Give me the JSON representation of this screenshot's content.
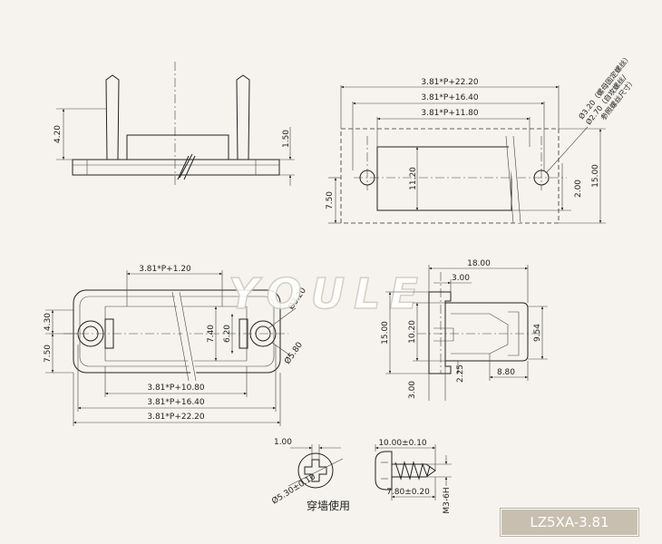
{
  "watermark": "YOULE",
  "model_label": "LZ5XA-3.81",
  "views": {
    "side_view": {
      "dims": {
        "height_pins": "4.20",
        "thickness": "1.50"
      }
    },
    "panel_cutout": {
      "dims": {
        "overall": "3.81*P+22.20",
        "hole_pitch": "3.81*P+16.40",
        "window_width": "3.81*P+11.80",
        "window_height": "11.20",
        "height_left": "7.50",
        "height_right": "15.00",
        "edge_offset": "2.00"
      },
      "notes": [
        "Ø3.20（螺母固定螺丝）",
        "Ø2.70（自攻螺丝/",
        "参照螺丝尺寸）"
      ]
    },
    "top_view": {
      "dims": {
        "top_length": "3.81*P+1.20",
        "hole_dia": "Ø3.20",
        "boss_dia": "Ø5.80",
        "height_a": "4.30",
        "height_b": "7.50",
        "inner_a": "7.40",
        "inner_b": "6.20",
        "len_1": "3.81*P+10.80",
        "len_2": "3.81*P+16.40",
        "len_3": "3.81*P+22.20"
      }
    },
    "end_view": {
      "dims": {
        "length": "18.00",
        "flange": "3.00",
        "height_total": "15.00",
        "height_mid": "10.20",
        "height_right": "9.54",
        "lower_a": "3.00",
        "lower_b": "2.25",
        "lower_c": "8.80"
      }
    },
    "screw_head": {
      "dims": {
        "slot": "1.00",
        "head_dia": "Ø5.30±0.10"
      },
      "caption": "穿墙使用"
    },
    "screw_side": {
      "dims": {
        "length": "10.00±0.10",
        "body": "7.80±0.20",
        "thread": "M3-6H"
      }
    }
  }
}
